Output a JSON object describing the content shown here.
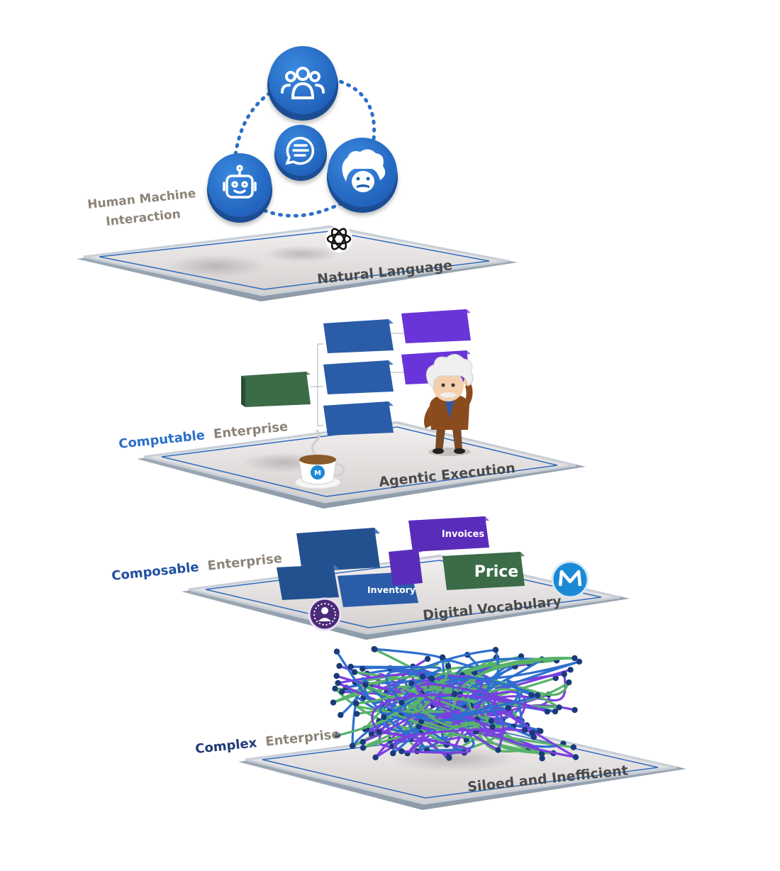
{
  "layers": [
    {
      "plane_label": "Natural Language",
      "side_label": {
        "line1": "Human Machine",
        "line2": "Interaction"
      },
      "icons": [
        "people-icon",
        "chat-icon",
        "robot-icon",
        "einstein-icon",
        "openai-icon"
      ]
    },
    {
      "plane_label": "Agentic Execution",
      "side_label": {
        "accent": "Computable",
        "rest": "Enterprise"
      },
      "icons": [
        "mulesoft-coffee-icon",
        "einstein-character-icon"
      ]
    },
    {
      "plane_label": "Digital Vocabulary",
      "side_label": {
        "accent": "Composable",
        "rest": "Enterprise"
      },
      "blocks": {
        "inventory": "Inventory",
        "invoices": "Invoices",
        "price": "Price"
      },
      "icons": [
        "mulesoft-icon",
        "customer-icon"
      ]
    },
    {
      "plane_label": "Siloed and Inefficient",
      "side_label": {
        "accent": "Complex",
        "rest": "Enterprise"
      }
    }
  ],
  "colors": {
    "accent_blue": "#2a6fc9",
    "dark_navy": "#1f3a78",
    "label_gray": "#8c8478",
    "block_blue": "#2b5ca8",
    "block_purple": "#6a35d8",
    "block_green": "#3c6b48",
    "tangle_green": "#58b26a",
    "tangle_purple": "#7a3fe0",
    "tangle_blue": "#2c6fd0"
  }
}
